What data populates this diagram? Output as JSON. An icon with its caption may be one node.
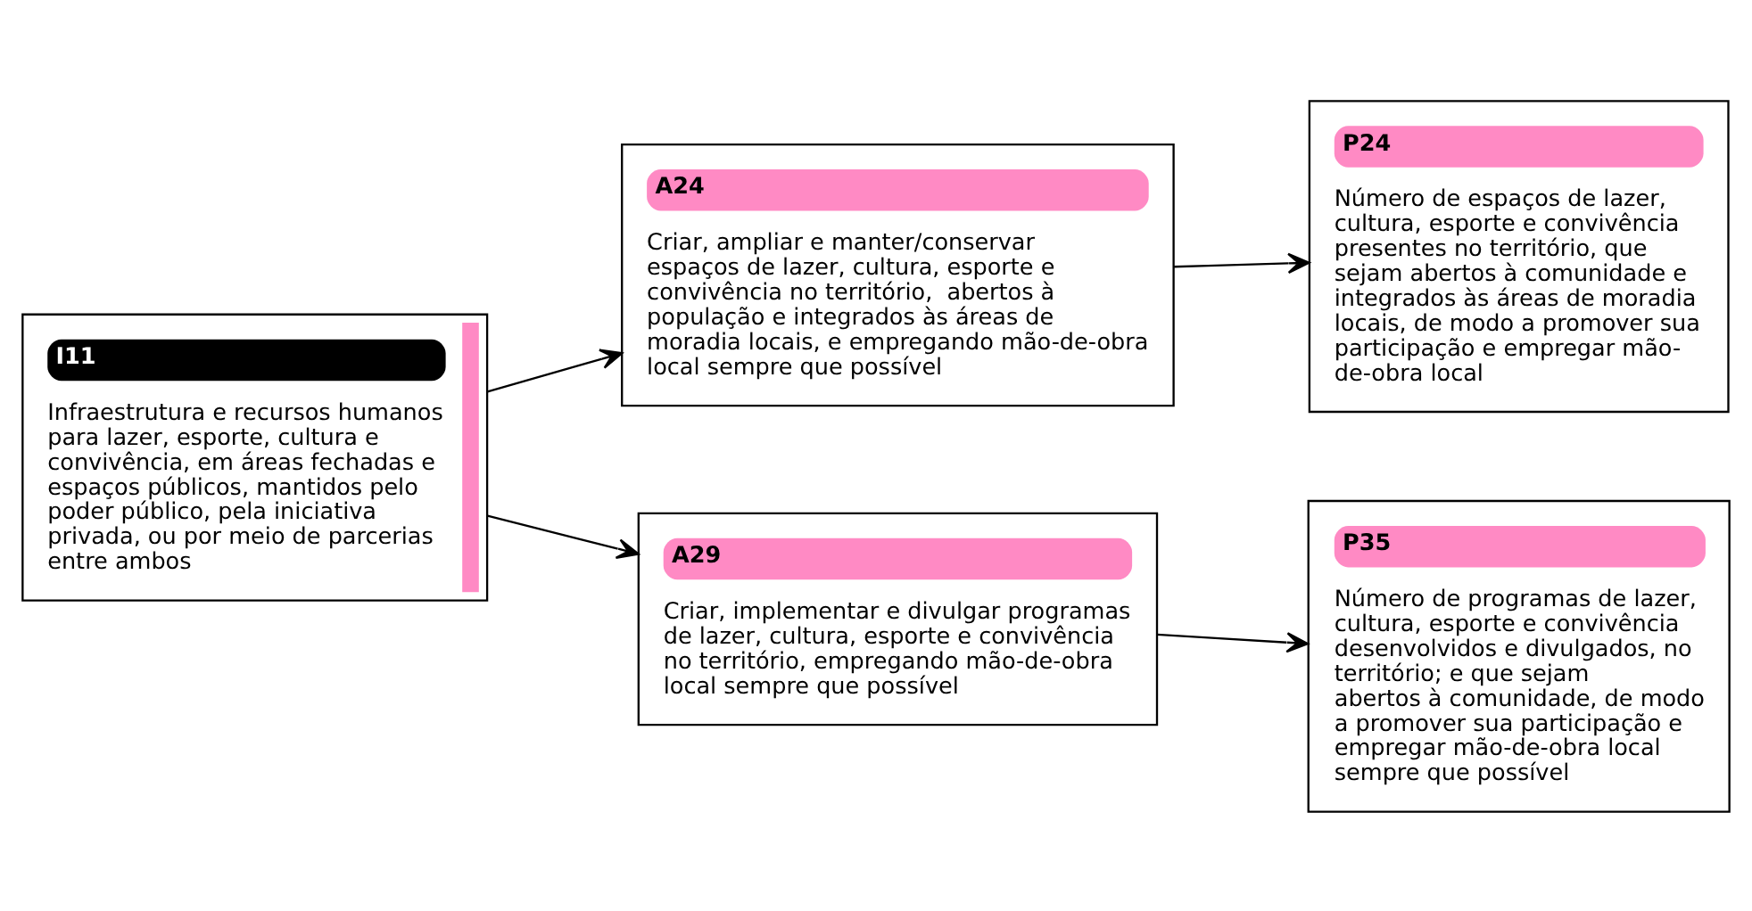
{
  "diagram": {
    "nodes": [
      {
        "text": [
          "I11",
          "Infraestrutura e recursos humanos para lazer, esporte, cultura e convivência, em áreas fechadas e espaços públicos, mantidos pelo poder público, pela iniciativa privada, ou por meio de parcerias entre ambos"
        ]
      },
      {
        "text": [
          "A24",
          "Criar, ampliar e manter/conservar espaços de lazer, cultura, esporte e convivência no território,  abertos à população e integrados às áreas de moradia locais, e empregando mão-de-obra local sempre que possível"
        ]
      },
      {
        "text": [
          "P24",
          "Número de espaços de lazer, cultura, esporte e convivência presentes no território, que sejam abertos à comunidade e integrados às áreas de moradia locais, de modo a promover sua participação e empregar mão-de-obra local"
        ]
      },
      {
        "text": [
          "A29",
          "Criar, implementar e divulgar programas de lazer, cultura, esporte e convivência no território, empregando mão-de-obra local sempre que possível"
        ]
      },
      {
        "text": [
          "P35",
          "Número de programas de lazer, cultura, esporte e convivência desenvolvidos e divulgados, no território; e que sejam abertos à comunidade, de modo a promover sua participação e empregar mão-de-obra local sempre que possível"
        ]
      }
    ],
    "edges": [
      {
        "from": 0,
        "to": 1,
        "arrow": "to"
      },
      {
        "from": 1,
        "to": 2,
        "arrow": "to"
      },
      {
        "from": 0,
        "to": 3,
        "arrow": "to"
      },
      {
        "from": 3,
        "to": 4,
        "arrow": "to"
      }
    ]
  }
}
